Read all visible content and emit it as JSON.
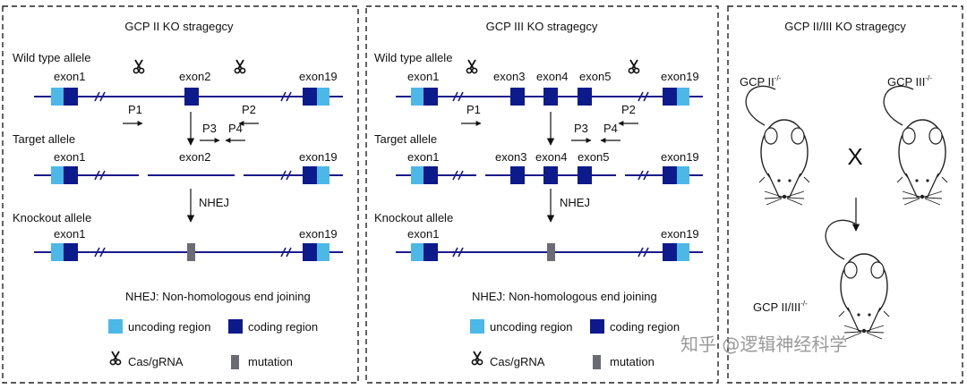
{
  "panels": {
    "gcp2": {
      "title": "GCP II KO stragegcy",
      "wild_type_label": "Wild type allele",
      "target_label": "Target allele",
      "knockout_label": "Knockout allele",
      "exon1": "exon1",
      "exon2": "exon2",
      "exon19": "exon19",
      "p1": "P1",
      "p2": "P2",
      "p3": "P3",
      "p4": "P4",
      "nhej": "NHEJ",
      "nhej_def": "NHEJ: Non-homologous end joining",
      "legend": {
        "uncoding": "uncoding region",
        "coding": "coding region",
        "cas": "Cas/gRNA",
        "mutation": "mutation"
      }
    },
    "gcp3": {
      "title": "GCP III KO stragegcy",
      "wild_type_label": "Wild type allele",
      "target_label": "Target allele",
      "knockout_label": "Knockout allele",
      "exon1": "exon1",
      "exon3": "exon3",
      "exon4": "exon4",
      "exon5": "exon5",
      "exon19": "exon19",
      "p1": "P1",
      "p2": "P2",
      "p3": "P3",
      "p4": "P4",
      "nhej": "NHEJ",
      "nhej_def": "NHEJ: Non-homologous end joining",
      "legend": {
        "uncoding": "uncoding region",
        "coding": "coding region",
        "cas": "Cas/gRNA",
        "mutation": "mutation"
      }
    },
    "gcp23": {
      "title": "GCP II/III KO stragegcy",
      "mouse_left": "GCP II",
      "mouse_right": "GCP III",
      "ko_sup": "-/-",
      "cross": "X",
      "offspring": "GCP II/III",
      "offspring_sup": "-/-"
    }
  },
  "watermark": "知乎 @逻辑神经科学",
  "colors": {
    "line": "#1a1a8c",
    "coding": "#0d1a8c",
    "uncoding": "#4cb8e8",
    "mutation": "#6b6b73"
  }
}
